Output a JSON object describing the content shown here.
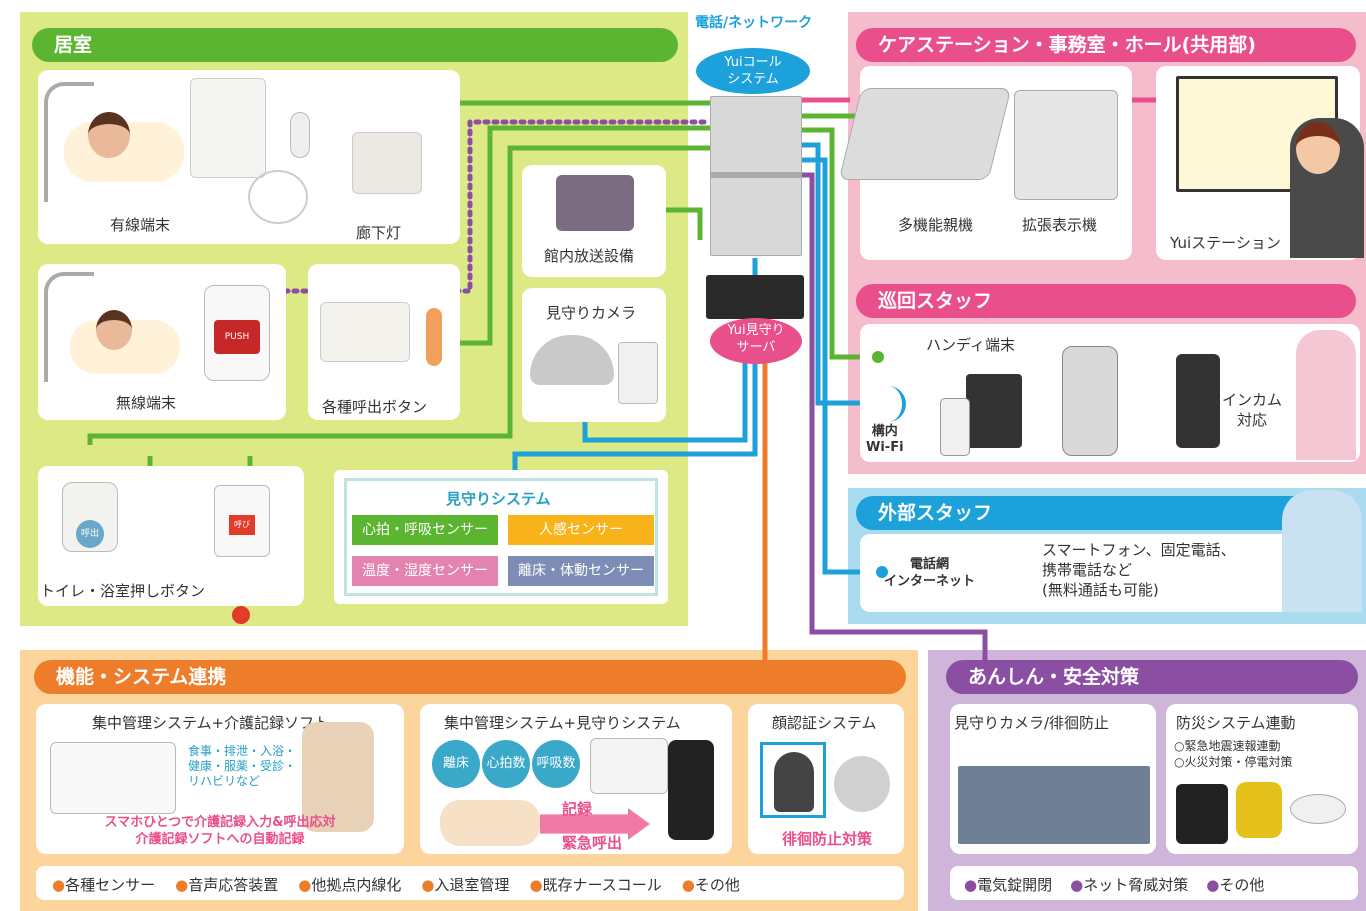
{
  "top_label": "電話/ネットワーク",
  "center": {
    "call_system": "Yuiコール\nシステム",
    "server": "Yui見守り\nサーバ"
  },
  "room": {
    "title": "居室",
    "wired": "有線端末",
    "corridor": "廊下灯",
    "wireless": "無線端末",
    "call_buttons": "各種呼出ボタン",
    "toilet": "トイレ・浴室押しボタン",
    "pa": "館内放送設備",
    "camera": "見守りカメラ",
    "btn_call": "呼出",
    "btn_call2": "呼び",
    "btn_push": "PUSH"
  },
  "monitor": {
    "title": "見守りシステム",
    "items": [
      "心拍・呼吸センサー",
      "人感センサー",
      "温度・湿度センサー",
      "離床・体動センサー"
    ]
  },
  "care": {
    "title": "ケアステーション・事務室・ホール(共用部)",
    "phone": "多機能親機",
    "expand": "拡張表示機",
    "station": "Yuiステーション"
  },
  "patrol": {
    "title": "巡回スタッフ",
    "handy": "ハンディ端末",
    "wifi": "構内\nWi-Fi",
    "intercom": "インカム\n対応"
  },
  "external": {
    "title": "外部スタッフ",
    "net": "電話網\nインターネット",
    "desc": "スマートフォン、固定電話、\n携帯電話など\n(無料通話も可能)"
  },
  "function": {
    "title": "機能・システム連携",
    "box1": "集中管理システム+介護記録ソフト",
    "box1_tags": "食事・排泄・入浴・\n健康・服薬・受診・\nリハビリなど",
    "box1_caption": "スマホひとつで介護記録入力&呼出応対\n介護記録ソフトへの自動記録",
    "box2": "集中管理システム+見守りシステム",
    "bubbles": [
      "離床",
      "心拍数",
      "呼吸数"
    ],
    "record": "記録",
    "emergency": "緊急呼出",
    "box3": "顔認証システム",
    "box3_caption": "徘徊防止対策",
    "footer": [
      "●各種センサー",
      "●音声応答装置",
      "●他拠点内線化",
      "●入退室管理",
      "●既存ナースコール",
      "●その他"
    ]
  },
  "safety": {
    "title": "あんしん・安全対策",
    "box1": "見守りカメラ/徘徊防止",
    "box2": "防災システム連動",
    "box2_list": "○緊急地震速報連動\n○火災対策・停電対策",
    "footer": [
      "●電気錠開閉",
      "●ネット脅威対策",
      "●その他"
    ]
  },
  "colors": {
    "green": "#5cb531",
    "pink": "#e94f8b",
    "blue": "#1da1db",
    "purple": "#8a4fa3",
    "orange": "#ee7d2b"
  }
}
